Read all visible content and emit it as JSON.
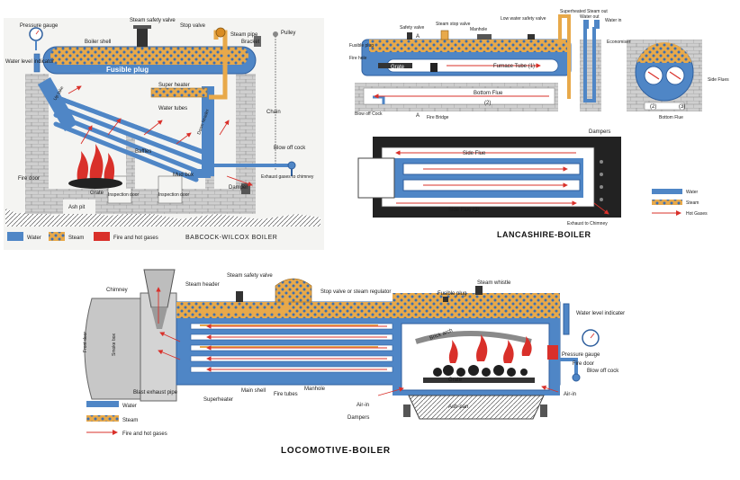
{
  "colors": {
    "water": "#4f86c6",
    "water_light": "#bcd3ee",
    "steam": "#e8a94a",
    "fire": "#d9302a",
    "brick": "#a9a9a9",
    "panel_bg": "#f4f4f2"
  },
  "babcock": {
    "caption": "BABCOCK-WILCOX BOILER",
    "labels": {
      "pressure_gauge": "Pressure gauge",
      "steam_safety_valve": "Steam safety valve",
      "stop_valve": "Stop valve",
      "boiler_shell": "Boiler shell",
      "steam_pipe": "Steam pipe",
      "bracket": "Bracket",
      "pulley": "Pulley",
      "water_level_indicator": "Water level indicator",
      "fusible_plug": "Fusible plug",
      "up_take": "Up take",
      "super_heater": "Super heater",
      "water_tubes": "Water tubes",
      "chain": "Chain",
      "down_header": "Down header",
      "baffles": "Baffles",
      "blow_off_cock": "Blow off cock",
      "fire_door": "Fire door",
      "mud_box": "Mud box",
      "damper": "Damper",
      "exhaust_gases": "Exhaust gases to chimney",
      "grate": "Grate",
      "inspection_door_1": "Inspection door",
      "inspection_door_2": "Inspection door",
      "ash_pit": "Ash pit"
    },
    "legend": [
      {
        "key": "water",
        "label": "Water"
      },
      {
        "key": "steam",
        "label": "Steam"
      },
      {
        "key": "fire",
        "label": "Fire and hot gases"
      }
    ]
  },
  "lancashire": {
    "caption": "LANCASHIRE-BOILER",
    "labels": {
      "superheated_steam_out": "Superheated Steam out",
      "water_out": "Water out",
      "water_in": "Water in",
      "low_water_safety_valve": "Low water safety valve",
      "safety_valve": "Safety valve",
      "steam_stop_valve": "Steam stop valve",
      "manhole": "Manhole",
      "economiser": "Economiser",
      "fusible_plug": "Fusible plug",
      "fire_hole": "Fire hole",
      "grate": "Grate",
      "furnace_tube": "Furnace Tube",
      "furnace_tube_no": "(1)",
      "bottom_flue": "Bottom Flue",
      "bottom_flue_no": "(2)",
      "blow_off_cock": "Blow off Cock",
      "a_mark_1": "A",
      "a_mark_2": "A",
      "fire_bridge": "Fire Bridge",
      "side_flues": "Side Flues",
      "side_flues_no": "(3)",
      "bottom_flue_2": "Bottom Flue",
      "bottom_flue_2_no": "(2)",
      "dampers": "Dampers",
      "side_flue_top": "Side Flue",
      "side_flue_bottom": "Side Flue",
      "side_flue_bottom_no": "(3)",
      "exhaust_to_chimney": "Exhaust to Chimney"
    },
    "legend": [
      {
        "key": "water",
        "label": "Water"
      },
      {
        "key": "steam",
        "label": "Steam"
      },
      {
        "key": "fire",
        "label": "Hot Gases"
      }
    ]
  },
  "locomotive": {
    "caption": "LOCOMOTIVE-BOILER",
    "labels": {
      "chimney": "Chimney",
      "steam_header": "Steam header",
      "steam_safety_valve": "Steam safety valve",
      "stop_valve": "Stop valve or steam regulator",
      "steam_whistle": "Steam whistle",
      "fusible_plug": "Fusible plug",
      "water_level_indicator": "Water level indicater",
      "front_door": "Front door",
      "smoke_box": "Smoke box",
      "brick_arch": "Brick arch",
      "pressure_gauge": "Pressure gauge",
      "fire_door": "Fire door",
      "blow_off_cock": "Blow off cock",
      "grate": "Grate",
      "air_in_right": "Air-in",
      "blast_exhaust_pipe": "Blast exhaust pipe",
      "superheater": "Superheater",
      "main_shell": "Main shell",
      "fire_tubes": "Fire tubes",
      "manhole": "Manhole",
      "air_in_left": "Air-in",
      "dampers": "Dampers",
      "ash_pan": "Ash-pan"
    },
    "legend": [
      {
        "key": "water",
        "label": "Water"
      },
      {
        "key": "steam",
        "label": "Steam"
      },
      {
        "key": "fire",
        "label": "Fire and hot gases"
      }
    ]
  }
}
